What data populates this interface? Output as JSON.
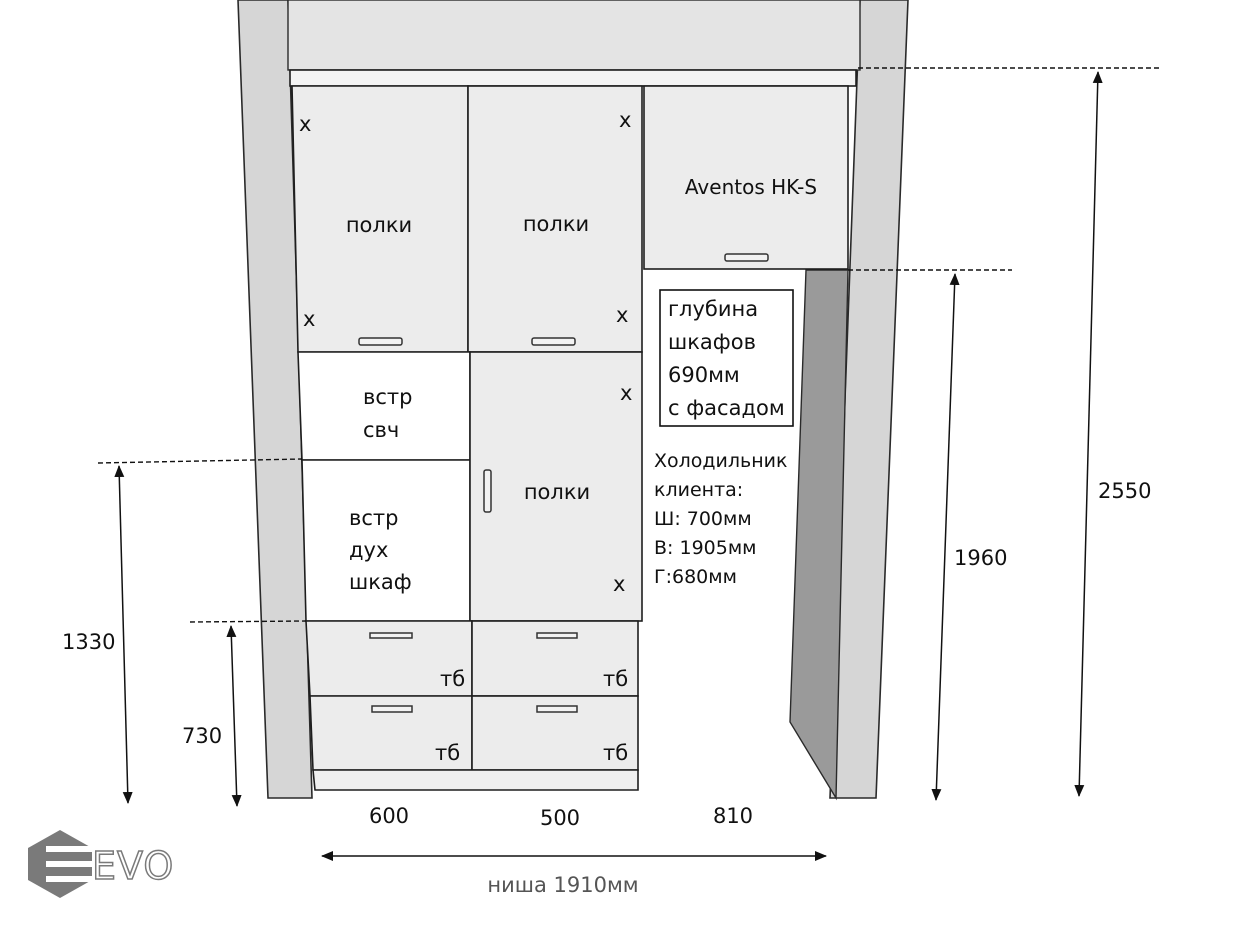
{
  "cabinet_labels": {
    "top_left": "полки",
    "top_middle": "полки",
    "top_right": "Aventos HK-S",
    "microwave_line1": "встр",
    "microwave_line2": "свч",
    "oven_line1": "встр",
    "oven_line2": "дух",
    "oven_line3": "шкаф",
    "middle_tall": "полки",
    "drawer": "тб",
    "hinge_mark": "x"
  },
  "depth_note": {
    "lines": [
      "глубина",
      "шкафов",
      "690мм",
      "с фасадом"
    ]
  },
  "fridge_note": {
    "lines": [
      "Холодильник",
      "клиента:",
      "Ш: 700мм",
      "В: 1905мм",
      "Г:680мм"
    ]
  },
  "dimensions": {
    "total_height": "2550",
    "fridge_niche_height": "1960",
    "oven_top_height": "1330",
    "drawers_height": "730",
    "width_left": "600",
    "width_middle": "500",
    "width_fridge": "810",
    "niche_caption": "ниша 1910мм"
  },
  "logo": {
    "text": "EVO"
  },
  "colors": {
    "panel": "#ececec",
    "wall": "#d6d6d6",
    "wall_shadow": "#9a9a9a",
    "line": "#1e1e1e",
    "logo": "#7a7a7a"
  }
}
